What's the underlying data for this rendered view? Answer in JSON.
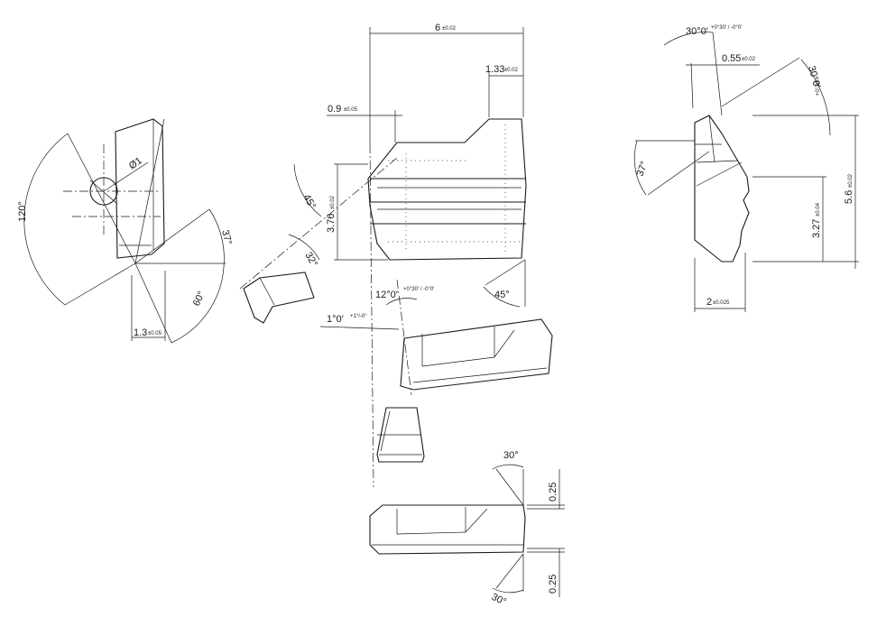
{
  "labels": {
    "phi1": "Ø1",
    "a120": "120°",
    "a37_left": "37°",
    "a60": "60°",
    "d13_main": "1.3",
    "d13_tol": "±0.05",
    "a45_top": "45°",
    "a32": "32°",
    "d376_main": "3.76",
    "d376_tol": "±0.02",
    "d09_main": "0.9",
    "d09_tol": "±0.05",
    "d6_main": "6",
    "d6_tol": "±0.02",
    "d133_main": "1.33",
    "d133_tol": "±0.02",
    "a45_bottom": "45°",
    "a12_main": "12°0′",
    "a12_tol": "+0°30′ / -0°0′",
    "a1_main": "1°0′",
    "a1_tol": "+1°/-0°",
    "a30_top": "30°",
    "d025_top": "0.25",
    "d025_bottom": "0.25",
    "a30_bottom": "30°",
    "a30r_main": "30°0′",
    "a30r_tol": "+0°30′ / -0°0′",
    "d055_main": "0.55",
    "d055_tol": "±0.02",
    "a30r2": "30°0′",
    "a30r2_tol": "+0°30′",
    "a37_right": "37°",
    "d327_main": "3.27",
    "d327_tol": "±0.04",
    "d56_main": "5.6",
    "d56_tol": "±0.02",
    "d2_main": "2",
    "d2_tol": "±0.025"
  }
}
